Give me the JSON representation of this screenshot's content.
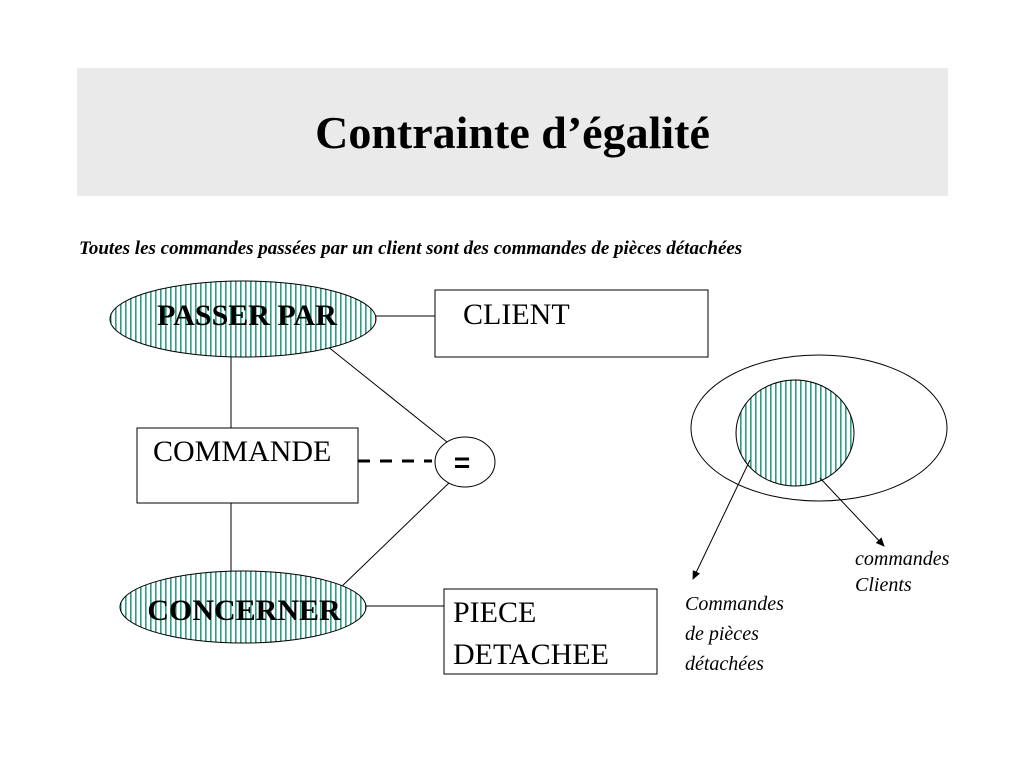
{
  "slide": {
    "title": "Contrainte d’égalité",
    "subtitle": "Toutes les commandes passées par un client sont des commandes de pièces détachées"
  },
  "diagram": {
    "associations": {
      "passer_par": "PASSER PAR",
      "concerner": "CONCERNER"
    },
    "entities": {
      "client": "CLIENT",
      "commande": "COMMANDE",
      "piece_line1": "PIECE",
      "piece_line2": "DETACHEE"
    },
    "constraint_symbol": "=",
    "venn": {
      "clients_line1": "commandes",
      "clients_line2": "Clients",
      "pieces_line1": "Commandes",
      "pieces_line2": "de pièces",
      "pieces_line3": "détachées"
    },
    "colors": {
      "hatch_stripe": "#2e9e82",
      "title_band": "#eaeaea",
      "stroke": "#000000"
    }
  }
}
